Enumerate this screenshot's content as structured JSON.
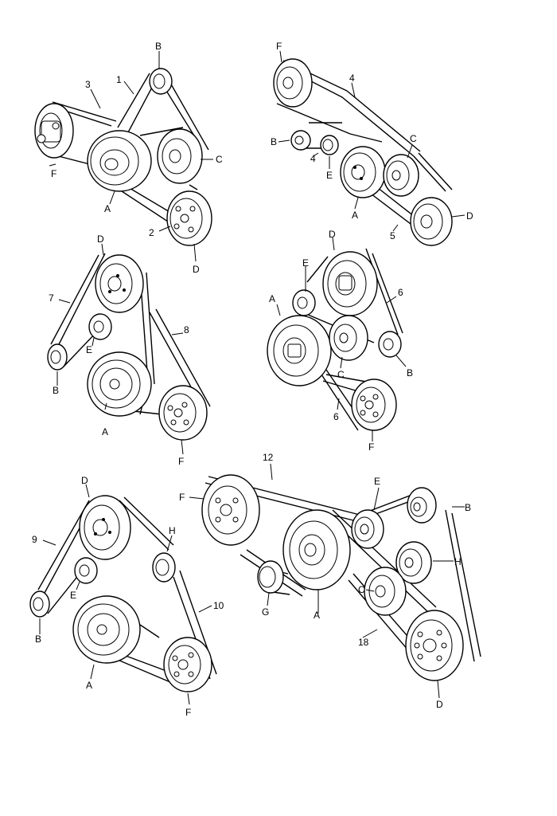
{
  "diagrams": [
    {
      "name": "layout-1",
      "callouts": [
        {
          "id": "B",
          "text": "B"
        },
        {
          "id": "n1",
          "text": "1"
        },
        {
          "id": "n3",
          "text": "3"
        },
        {
          "id": "C",
          "text": "C"
        },
        {
          "id": "F",
          "text": "F"
        },
        {
          "id": "A",
          "text": "A"
        },
        {
          "id": "n2",
          "text": "2"
        },
        {
          "id": "D",
          "text": "D"
        }
      ]
    },
    {
      "name": "layout-2",
      "callouts": [
        {
          "id": "F",
          "text": "F"
        },
        {
          "id": "n4a",
          "text": "4"
        },
        {
          "id": "B",
          "text": "B"
        },
        {
          "id": "n4b",
          "text": "4"
        },
        {
          "id": "E",
          "text": "E"
        },
        {
          "id": "C",
          "text": "C"
        },
        {
          "id": "A",
          "text": "A"
        },
        {
          "id": "n5",
          "text": "5"
        },
        {
          "id": "D",
          "text": "D"
        }
      ]
    },
    {
      "name": "layout-3",
      "callouts": [
        {
          "id": "D",
          "text": "D"
        },
        {
          "id": "n7",
          "text": "7"
        },
        {
          "id": "n8",
          "text": "8"
        },
        {
          "id": "E",
          "text": "E"
        },
        {
          "id": "B",
          "text": "B"
        },
        {
          "id": "A",
          "text": "A"
        },
        {
          "id": "F",
          "text": "F"
        }
      ]
    },
    {
      "name": "layout-4",
      "callouts": [
        {
          "id": "D",
          "text": "D"
        },
        {
          "id": "E",
          "text": "E"
        },
        {
          "id": "A",
          "text": "A"
        },
        {
          "id": "n6a",
          "text": "6"
        },
        {
          "id": "C",
          "text": "C"
        },
        {
          "id": "B",
          "text": "B"
        },
        {
          "id": "n6b",
          "text": "6"
        },
        {
          "id": "F",
          "text": "F"
        }
      ]
    },
    {
      "name": "layout-5",
      "callouts": [
        {
          "id": "D",
          "text": "D"
        },
        {
          "id": "n9",
          "text": "9"
        },
        {
          "id": "H",
          "text": "H"
        },
        {
          "id": "E",
          "text": "E"
        },
        {
          "id": "n10",
          "text": "10"
        },
        {
          "id": "B",
          "text": "B"
        },
        {
          "id": "A",
          "text": "A"
        },
        {
          "id": "F",
          "text": "F"
        }
      ]
    },
    {
      "name": "layout-6",
      "callouts": [
        {
          "id": "n12",
          "text": "12"
        },
        {
          "id": "F",
          "text": "F"
        },
        {
          "id": "E",
          "text": "E"
        },
        {
          "id": "B",
          "text": "B"
        },
        {
          "id": "H",
          "text": "H"
        },
        {
          "id": "C",
          "text": "C"
        },
        {
          "id": "G",
          "text": "G"
        },
        {
          "id": "A",
          "text": "A"
        },
        {
          "id": "n18",
          "text": "18"
        },
        {
          "id": "D",
          "text": "D"
        }
      ]
    }
  ]
}
